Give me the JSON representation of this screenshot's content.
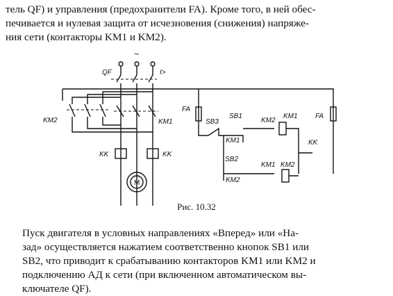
{
  "text_top": [
    "тель QF) и управления (предохранители FA). Кроме того, в ней обес-",
    "печивается и нулевая защита от исчезновения (снижения) напряже-",
    "ния сети (контакторы KM1 и KM2)."
  ],
  "caption": "Рис. 10.32",
  "text_bottom": [
    "Пуск двигателя в условных направлениях «Вперед» или «На-",
    "зад» осуществляется нажатием соответственно кнопок SB1 или",
    "SB2, что приводит к срабатыванию контакторов KM1 или KM2 и",
    "подключению АД к сети (при включенном автоматическом вы-",
    "ключателе QF)."
  ],
  "diagram_labels": {
    "qf": "QF",
    "tilde": "~",
    "overcurrent": "I>",
    "km2_left": "KM2",
    "km1_power": "KM1",
    "fa_left": "FA",
    "fa_right": "FA",
    "sb3": "SB3",
    "sb1": "SB1",
    "sb2": "SB2",
    "km1_coil": "KM1",
    "km2_coil": "KM2",
    "km2_interlock": "KM2",
    "km1_interlock": "KM1",
    "km1_hold": "KM1",
    "km2_hold": "KM2",
    "kk_left": "KK",
    "kk_right": "KK",
    "kk_control": "KK",
    "motor": "M"
  }
}
